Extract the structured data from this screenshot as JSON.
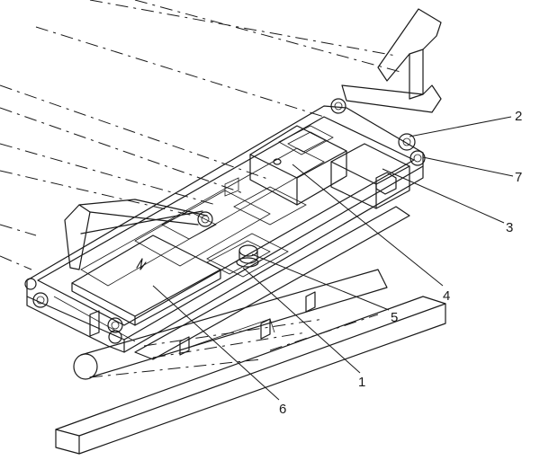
{
  "callouts": [
    {
      "label": "2"
    },
    {
      "label": "7"
    },
    {
      "label": "3"
    },
    {
      "label": "4"
    },
    {
      "label": "5"
    },
    {
      "label": "1"
    },
    {
      "label": "6"
    }
  ],
  "icons": {
    "battery_mark": "lightning-bolt-icon"
  }
}
